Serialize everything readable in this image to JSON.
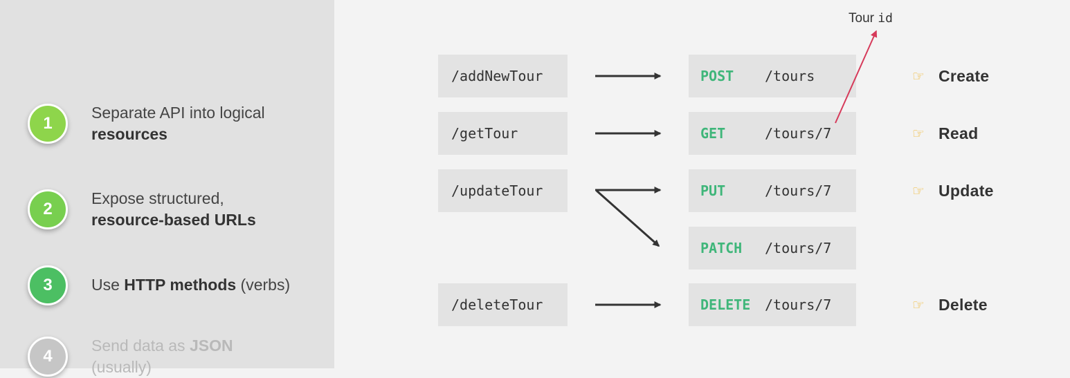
{
  "steps": [
    {
      "number": "1",
      "line1": "Separate API into logical",
      "line2_bold": "resources",
      "color": "#8ed54b"
    },
    {
      "number": "2",
      "line1": "Expose structured,",
      "line2_bold": "resource-based URLs",
      "color": "#78cf4f"
    },
    {
      "number": "3",
      "prefix": "Use ",
      "bold": "HTTP methods",
      "suffix": " (verbs)",
      "color": "#4cbf63"
    },
    {
      "number": "4",
      "prefix": "Send data as ",
      "bold": "JSON",
      "line2": "(usually)",
      "color": "#c6c6c6"
    }
  ],
  "old_endpoints": [
    "/addNewTour",
    "/getTour",
    "/updateTour",
    "/deleteTour"
  ],
  "new_endpoints": [
    {
      "verb": "POST",
      "path": "/tours"
    },
    {
      "verb": "GET",
      "path": "/tours/7"
    },
    {
      "verb": "PUT",
      "path": "/tours/7"
    },
    {
      "verb": "PATCH",
      "path": "/tours/7"
    },
    {
      "verb": "DELETE",
      "path": "/tours/7"
    }
  ],
  "crud": [
    "Create",
    "Read",
    "Update",
    "Delete"
  ],
  "annotation": {
    "text": "Tour ",
    "mono": "id",
    "color": "#d63a5a"
  },
  "colors": {
    "verb": "#3fb67a",
    "hand": "#f0b52a",
    "arrow": "#333333"
  },
  "icons": {
    "crud_pointer": "pointing-hand-icon"
  }
}
